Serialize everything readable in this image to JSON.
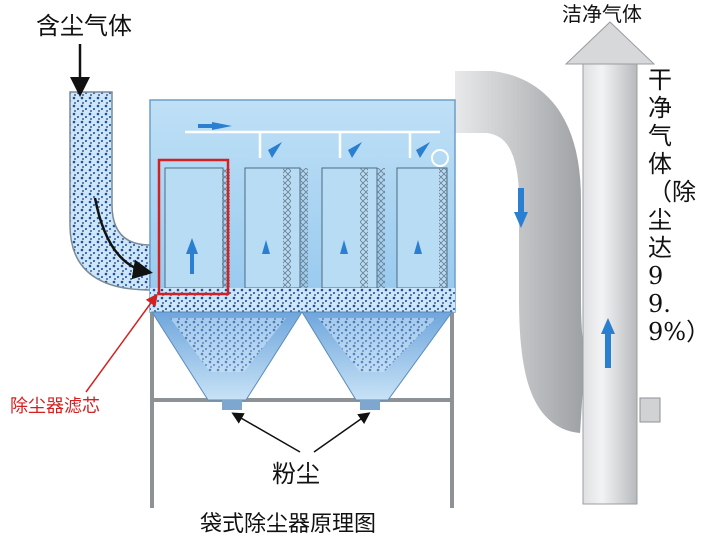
{
  "labels": {
    "inlet_gas": "含尘气体",
    "clean_gas": "洁净气体",
    "dry_clean_gas": "干净气体（除尘达99.9%）",
    "filter_core": "除尘器滤芯",
    "dust": "粉尘"
  },
  "caption": "袋式除尘器原理图",
  "colors": {
    "housing_blue": "#a9d4f2",
    "flow_arrow_blue": "#2a7fd0",
    "particle_blue": "#1d4f9a",
    "duct_grey": "#c9cbcd",
    "highlight_red": "#d42020"
  },
  "icons": [
    "inlet-arrow-icon",
    "flow-arrow-icon",
    "pointer-arrow-icon",
    "fan-icon"
  ]
}
